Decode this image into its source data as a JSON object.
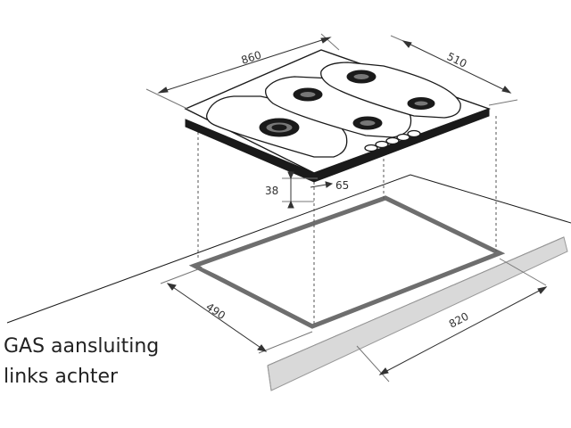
{
  "dimensions": {
    "width": "860",
    "depth": "510",
    "height": "38",
    "thickness": "65",
    "cutout_depth": "490",
    "cutout_width": "820"
  },
  "note": {
    "line1": "GAS aansluiting",
    "line2": "links achter"
  },
  "colors": {
    "stroke": "#1a1a1a",
    "cutout_edge": "#6e6e6e",
    "counter_edge": "#cfcfcf"
  }
}
